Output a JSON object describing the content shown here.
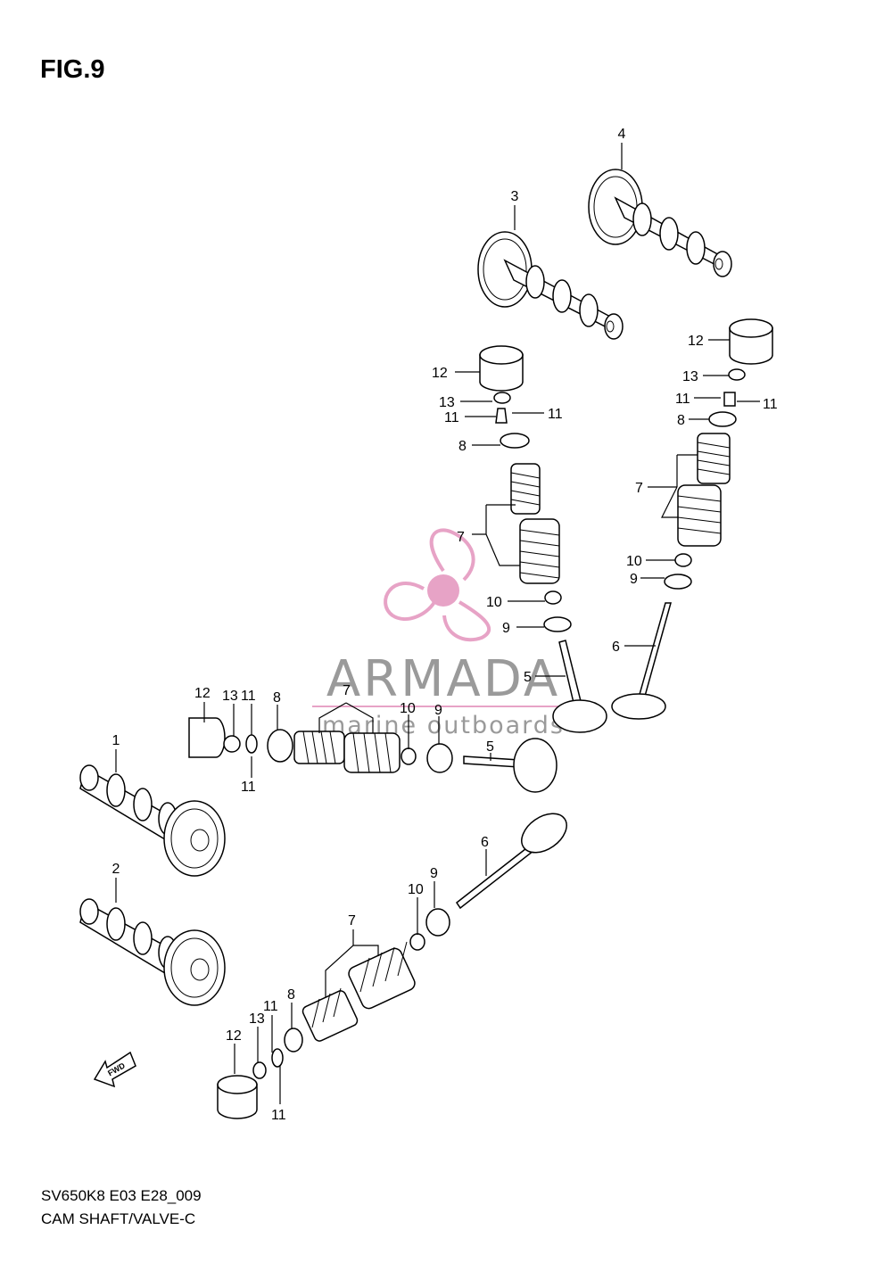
{
  "figure": {
    "title": "FIG.9",
    "code": "SV650K8 E03 E28_009",
    "name": "CAM SHAFT/VALVE-C"
  },
  "watermark": {
    "brand": "ARMADA",
    "tagline": "marine outboards",
    "color": "#e7a3c6"
  },
  "direction_label": "FWD",
  "callouts": {
    "c1": "1",
    "c2": "2",
    "c3": "3",
    "c4": "4",
    "c5a": "5",
    "c5b": "5",
    "c6a": "6",
    "c6b": "6",
    "c7a": "7",
    "c7b": "7",
    "c7c": "7",
    "c7d": "7",
    "c8a": "8",
    "c8b": "8",
    "c8c": "8",
    "c8d": "8",
    "c9a": "9",
    "c9b": "9",
    "c9c": "9",
    "c9d": "9",
    "c10a": "10",
    "c10b": "10",
    "c10c": "10",
    "c10d": "10",
    "c11a": "11",
    "c11b": "11",
    "c11c": "11",
    "c11d": "11",
    "c11e": "11",
    "c11f": "11",
    "c11g": "11",
    "c11h": "11",
    "c12a": "12",
    "c12b": "12",
    "c12c": "12",
    "c12d": "12",
    "c13a": "13",
    "c13b": "13",
    "c13c": "13",
    "c13d": "13"
  }
}
